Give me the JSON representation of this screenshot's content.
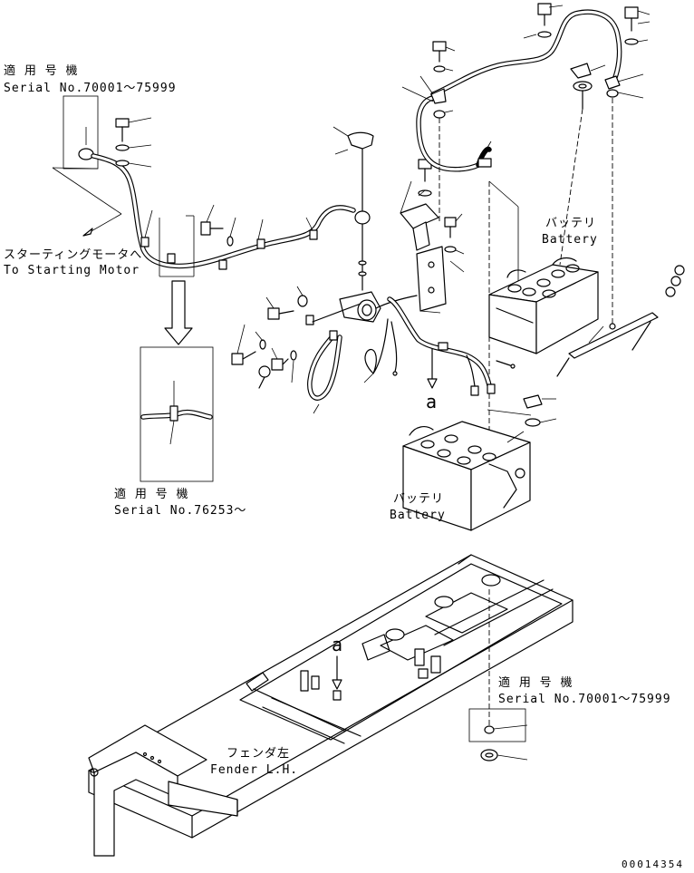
{
  "labels": {
    "serial_top_jp": "適 用 号 機",
    "serial_top_en": "Serial No.70001～75999",
    "starting_motor_jp": "スターティングモータへ",
    "starting_motor_en": "To Starting Motor",
    "serial_mid_jp": "適 用 号 機",
    "serial_mid_en": "Serial No.76253～",
    "battery_upper_jp": "バッテリ",
    "battery_upper_en": "Battery",
    "battery_lower_jp": "バッテリ",
    "battery_lower_en": "Battery",
    "ref_a_upper": "a",
    "ref_a_lower": "a",
    "serial_bottom_jp": "適 用 号 機",
    "serial_bottom_en": "Serial No.70001～75999",
    "fender_jp": "フェンダ左",
    "fender_en": "Fender L.H.",
    "drawing_number": "00014354"
  }
}
